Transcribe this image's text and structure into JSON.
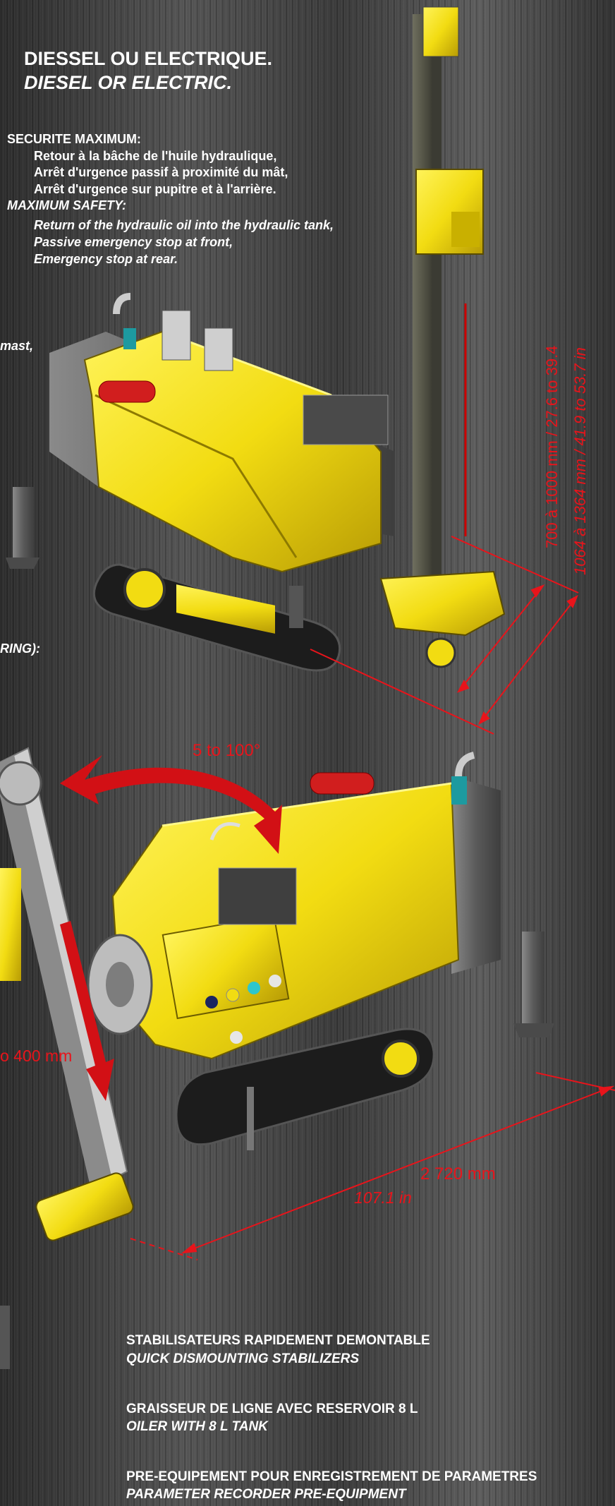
{
  "header": {
    "line1": "DIESSEL OU ELECTRIQUE.",
    "line2": "DIESEL OR ELECTRIC."
  },
  "safety": {
    "fr_title": "SECURITE MAXIMUM:",
    "fr_items": [
      "Retour à la bâche de l'huile hydraulique,",
      "Arrêt d'urgence passif à proximité du mât,",
      "Arrêt d'urgence sur pupitre et à l'arrière."
    ],
    "en_title": "MAXIMUM SAFETY:",
    "en_items": [
      "Return of the hydraulic oil into the hydraulic tank,",
      "Passive emergency stop at front,",
      "Emergency stop at rear."
    ]
  },
  "left_cut": {
    "mast": "mast,",
    "ring": "RING):"
  },
  "dimensions": {
    "stroke_v1": "700 à 1000 mm / 27.6 to 39.4",
    "stroke_v2": "1064 à 1364 mm / 41.9 to 53.7 in",
    "tilt": "5 to 100°",
    "slide": "o 400 mm",
    "length_mm": "2 720 mm",
    "length_in": "107.1 in"
  },
  "features": [
    {
      "fr": "STABILISATEURS RAPIDEMENT DEMONTABLE",
      "en": "QUICK DISMOUNTING STABILIZERS"
    },
    {
      "fr": "GRAISSEUR DE LIGNE AVEC RESERVOIR 8 L",
      "en": "OILER WITH 8 L TANK"
    },
    {
      "fr": "PRE-EQUIPEMENT POUR ENREGISTREMENT DE PARAMETRES",
      "en": "PARAMETER RECORDER PRE-EQUIPMENT"
    }
  ],
  "colors": {
    "machine_yellow": "#f2dc12",
    "dimension_red": "#e8141b",
    "chassis_grey": "#6a6a6a"
  }
}
